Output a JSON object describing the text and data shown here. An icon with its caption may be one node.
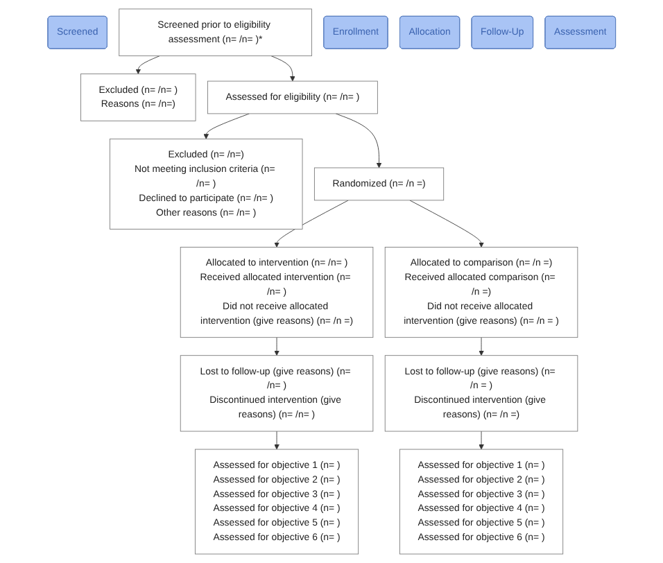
{
  "diagram": {
    "nodes": [
      {
        "text": [
          "Screened"
        ]
      },
      {
        "text": [
          "Screened prior to eligibility assessment (n= /n= )*"
        ]
      },
      {
        "text": [
          "Excluded (n= /n= )",
          "Reasons (n= /n=)"
        ]
      },
      {
        "text": [
          "Enrollment"
        ]
      },
      {
        "text": [
          "Assessed for eligibility (n= /n= )"
        ]
      },
      {
        "text": [
          "Excluded (n= /n=)",
          "Not meeting inclusion criteria (n= /n= )",
          "Declined to participate (n= /n= )",
          "Other reasons (n= /n= )"
        ]
      },
      {
        "text": [
          "Randomized (n= /n =)"
        ]
      },
      {
        "text": [
          "Allocation"
        ]
      },
      {
        "text": [
          "Allocated to intervention (n= /n= )",
          "Received allocated intervention (n= /n= )",
          "Did not receive allocated intervention (give reasons) (n= /n =)"
        ]
      },
      {
        "text": [
          "Allocated to comparison (n= /n =)",
          "Received allocated comparison (n= /n =)",
          "Did not receive allocated intervention (give reasons) (n= /n = )"
        ]
      },
      {
        "text": [
          "Follow-Up"
        ]
      },
      {
        "text": [
          "Lost to follow-up (give reasons) (n= /n= )",
          "Discontinued intervention (give reasons) (n= /n= )"
        ]
      },
      {
        "text": [
          "Lost to follow-up (give reasons) (n= /n = )",
          "Discontinued intervention (give reasons) (n= /n =)"
        ]
      },
      {
        "text": [
          "Assessment"
        ]
      },
      {
        "text": [
          "Assessed for objective 1 (n= )",
          "Assessed for objective 2 (n= )",
          "Assessed for objective 3 (n= )",
          "Assessed for objective 4 (n= )",
          "Assessed for objective 5 (n= )",
          "Assessed for objective 6 (n= )"
        ]
      },
      {
        "text": [
          "Assessed for objective 1 (n= )",
          "Assessed for objective 2 (n= )",
          "Assessed for objective 3 (n= )",
          "Assessed for objective 4 (n= )",
          "Assessed for objective 5 (n= )",
          "Assessed for objective 6 (n= )"
        ]
      }
    ],
    "edges": [
      {
        "from": 1,
        "to": 2,
        "arrow": "to"
      },
      {
        "from": 1,
        "to": 4,
        "arrow": "to"
      },
      {
        "from": 4,
        "to": 5,
        "arrow": "to"
      },
      {
        "from": 4,
        "to": 6,
        "arrow": "to"
      },
      {
        "from": 6,
        "to": 8,
        "arrow": "to"
      },
      {
        "from": 6,
        "to": 9,
        "arrow": "to"
      },
      {
        "from": 8,
        "to": 11,
        "arrow": "to"
      },
      {
        "from": 9,
        "to": 12,
        "arrow": "to"
      },
      {
        "from": 11,
        "to": 14,
        "arrow": "to"
      },
      {
        "from": 12,
        "to": 15,
        "arrow": "to"
      }
    ]
  }
}
